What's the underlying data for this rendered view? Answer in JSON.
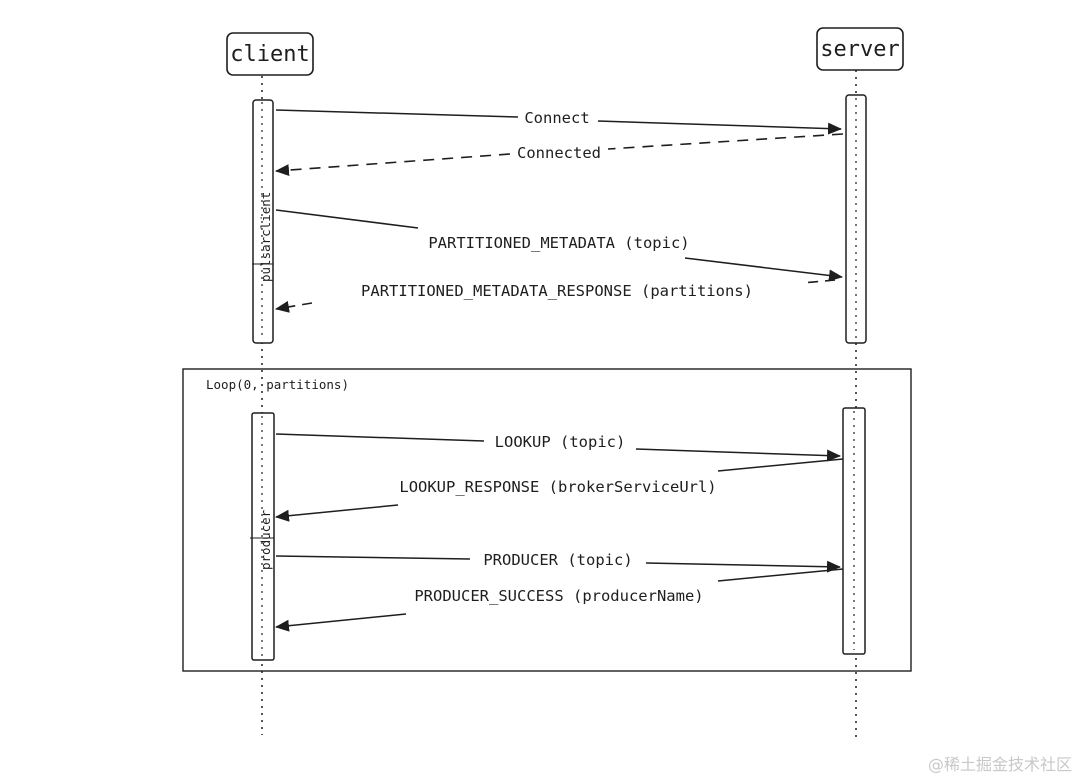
{
  "actors": {
    "client": "client",
    "server": "server"
  },
  "activations": {
    "pulsar_client": "pulsarclient",
    "producer": "producer"
  },
  "loop": {
    "label": "Loop(0, partitions)"
  },
  "messages": {
    "connect": "Connect",
    "connected": "Connected",
    "partitioned_metadata": "PARTITIONED_METADATA (topic)",
    "partitioned_metadata_response": "PARTITIONED_METADATA_RESPONSE (partitions)",
    "lookup": "LOOKUP (topic)",
    "lookup_response": "LOOKUP_RESPONSE (brokerServiceUrl)",
    "producer": "PRODUCER (topic)",
    "producer_success": "PRODUCER_SUCCESS (producerName)"
  },
  "watermark": "@稀土掘金技术社区",
  "colors": {
    "stroke": "#1e1e1e",
    "background": "#ffffff",
    "watermark": "#c8c8c8"
  }
}
